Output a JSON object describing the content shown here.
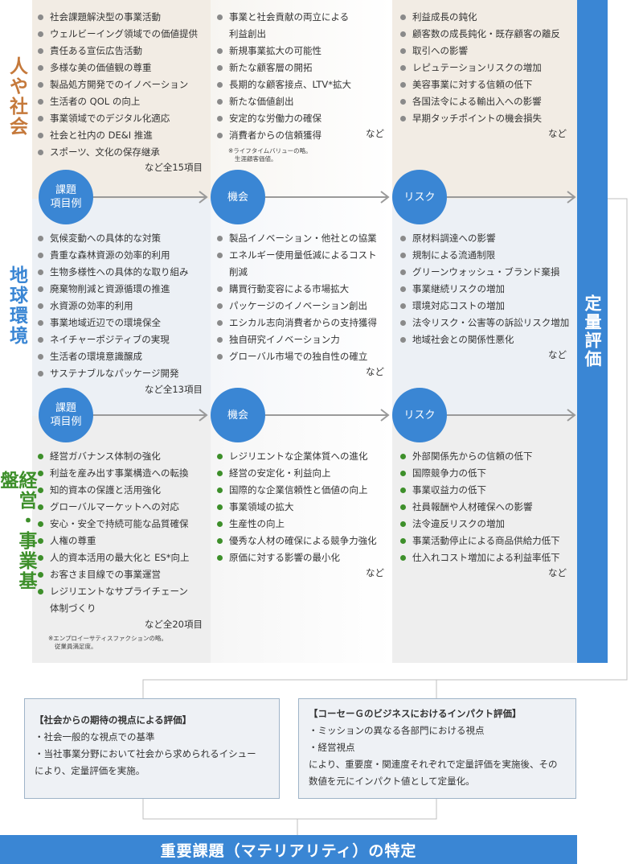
{
  "categories": [
    {
      "label": "人や社会",
      "color": "#c5793b",
      "bg": "#f2ece4",
      "issues": [
        "社会課題解決型の事業活動",
        "ウェルビーイング領域での価値提供",
        "責任ある宣伝広告活動",
        "多様な美の価値観の尊重",
        "製品処方開発でのイノベーション",
        "生活者の QOL の向上",
        "事業領域でのデジタル化適応",
        "社会と社内の DE&I 推進",
        "スポーツ、文化の保存継承"
      ],
      "issues_total": "など全15項目",
      "opportunities": [
        "事業と社会貢献の両立による",
        "利益創出",
        "新規事業拡大の可能性",
        "新たな顧客層の開拓",
        "長期的な顧客接点、LTV*拡大",
        "新たな価値創出",
        "安定的な労働力の確保",
        "消費者からの信頼獲得"
      ],
      "opportunities_tail": "など",
      "opportunities_note": [
        "※ライフタイムバリューの略。",
        "生涯顧客価値。"
      ],
      "risks": [
        "利益成長の鈍化",
        "顧客数の成長鈍化・既存顧客の離反",
        "取引への影響",
        "レピュテーションリスクの増加",
        "美容事業に対する信頼の低下",
        "各国法令による輸出入への影響",
        "早期タッチポイントの機会損失"
      ],
      "risks_tail": "など"
    },
    {
      "label": "地球環境",
      "color": "#3a86d4",
      "bg": "#ecf0f5",
      "issues": [
        "気候変動への具体的な対策",
        "貴重な森林資源の効率的利用",
        "生物多様性への具体的な取り組み",
        "廃棄物削減と資源循環の推進",
        "水資源の効率的利用",
        "事業地域近辺での環境保全",
        "ネイチャーポジティブの実現",
        "生活者の環境意識醸成",
        "サステナブルなパッケージ開発"
      ],
      "issues_total": "など全13項目",
      "opportunities": [
        "製品イノベーション・他社との協業",
        "エネルギー使用量低減によるコスト",
        "削減",
        "購買行動変容による市場拡大",
        "パッケージのイノベーション創出",
        "エシカル志向消費者からの支持獲得",
        "独自研究イノベーション力",
        "グローバル市場での独自性の確立"
      ],
      "opportunities_tail": "など",
      "risks": [
        "原材料調達への影響",
        "規制による流通制限",
        "グリーンウォッシュ・ブランド棄損",
        "事業継続リスクの増加",
        "環境対応コストの増加",
        "法令リスク・公害等の訴訟リスク増加",
        "地域社会との関係性悪化"
      ],
      "risks_tail": "など"
    },
    {
      "label": "経営・事業基盤",
      "color": "#3d8f2a",
      "bg": "#eeeeee",
      "issues": [
        "経営ガバナンス体制の強化",
        "利益を産み出す事業構造への転換",
        "知的資本の保護と活用強化",
        "グローバルマーケットへの対応",
        "安心・安全で持続可能な品質確保",
        "人権の尊重",
        "人的資本活用の最大化と ES*向上",
        "お客さま目線での事業運営",
        "レジリエントなサプライチェーン",
        "体制づくり"
      ],
      "issues_total": "など全20項目",
      "issues_note": [
        "※エンプロイーサティスファクションの略。",
        "従業員満足度。"
      ],
      "opportunities": [
        "レジリエントな企業体質への進化",
        "経営の安定化・利益向上",
        "国際的な企業信頼性と価値の向上",
        "事業領域の拡大",
        "生産性の向上",
        "優秀な人材の確保による競争力強化",
        "原価に対する影響の最小化"
      ],
      "opportunities_tail": "など",
      "risks": [
        "外部関係先からの信頼の低下",
        "国際競争力の低下",
        "事業収益力の低下",
        "社員報酬や人材確保への影響",
        "法令違反リスクの増加",
        "事業活動停止による商品供給力低下",
        "仕入れコスト増加による利益率低下"
      ],
      "risks_tail": "など"
    }
  ],
  "flow_labels": {
    "issues_example": [
      "課題",
      "項目例"
    ],
    "opportunity": "機会",
    "risk": "リスク"
  },
  "quantitative_evaluation": "定量評価",
  "society_box": {
    "title": "【社会からの期待の視点による評価】",
    "lines": [
      "・社会一般的な視点での基準",
      "・当社事業分野において社会から求められるイシュー",
      "により、定量評価を実施。"
    ]
  },
  "business_box": {
    "title": "【コーセーＧのビジネスにおけるインパクト評価】",
    "lines": [
      "・ミッションの異なる各部門における視点",
      "・経営視点",
      "により、重要度・関連度それぞれで定量評価を実施後、その",
      "数値を元にインパクト値として定量化。"
    ]
  },
  "materiality": "重要課題（マテリアリティ）の特定",
  "colors": {
    "accent_blue": "#3a86d4",
    "bullet_gray": "#8a8a8a",
    "bullet_green": "#3d8f2a",
    "arrow_gray": "#9a9a9a"
  }
}
